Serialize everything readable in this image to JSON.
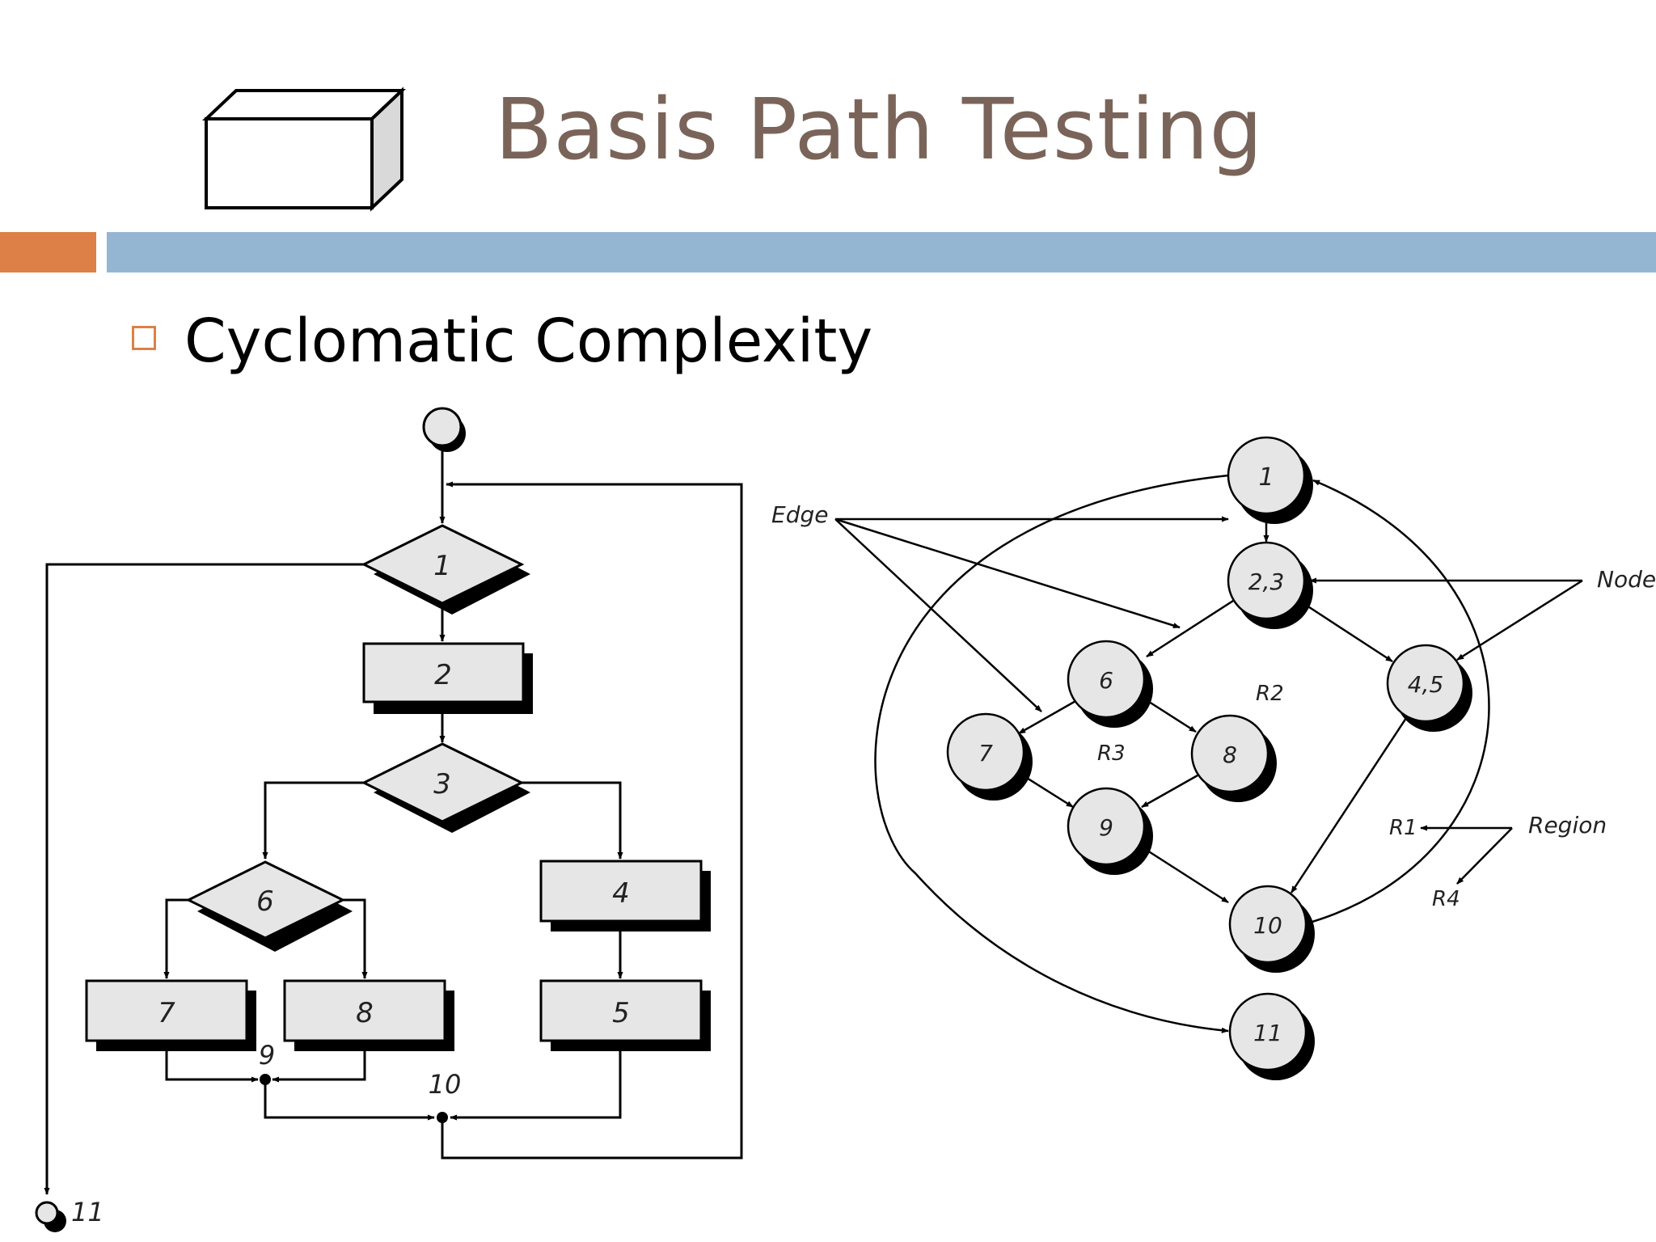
{
  "slide": {
    "title": "Basis Path Testing",
    "bullet": "Cyclomatic Complexity"
  },
  "colors": {
    "title": "#7a6459",
    "accent_orange": "#dd8047",
    "accent_blue": "#94b6d2",
    "shape_fill": "#e6e6e6"
  },
  "flowchart": {
    "nodes": [
      "1",
      "2",
      "3",
      "4",
      "5",
      "6",
      "7",
      "8",
      "9",
      "10",
      "11"
    ]
  },
  "flowgraph": {
    "nodes": [
      "1",
      "2,3",
      "6",
      "4,5",
      "7",
      "8",
      "9",
      "10",
      "11"
    ],
    "callouts": {
      "edge": "Edge",
      "node": "Node",
      "region": "Region"
    },
    "regions": [
      "R1",
      "R2",
      "R3",
      "R4"
    ]
  }
}
